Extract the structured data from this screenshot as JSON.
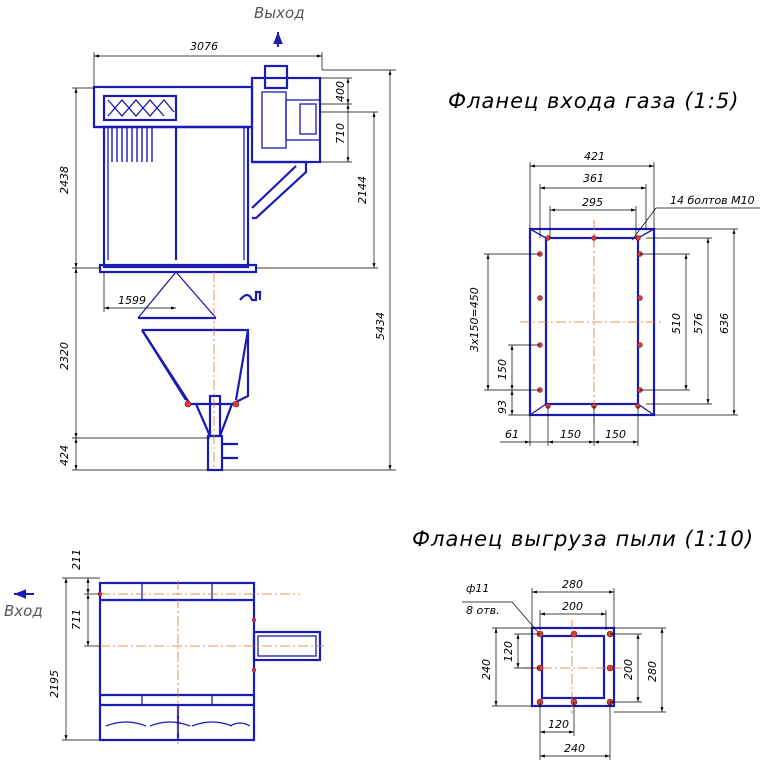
{
  "labels": {
    "outlet": "Выход",
    "inlet": "Вход",
    "gas_flange_title": "Фланец входа газа (1:5)",
    "dust_flange_title": "Фланец выгруза пыли (1:10)",
    "bolts_note": "14 болтов М10",
    "holes_dia": "ф11",
    "holes_count": "8 отв."
  },
  "main_view": {
    "width": "3076",
    "h_2438": "2438",
    "h_400": "400",
    "h_710": "710",
    "h_2144": "2144",
    "h_5434": "5434",
    "w_1599": "1599",
    "h_2320": "2320",
    "h_424": "424"
  },
  "gas_flange": {
    "w_421": "421",
    "w_361": "361",
    "w_295": "295",
    "pitch": "3x150=450",
    "h_150": "150",
    "h_93": "93",
    "b_61": "61",
    "b_150a": "150",
    "b_150b": "150",
    "h_510": "510",
    "h_576": "576",
    "h_636": "636"
  },
  "plan_view": {
    "h_211": "211",
    "h_711": "711",
    "h_2195": "2195"
  },
  "dust_flange": {
    "w_280": "280",
    "w_200": "200",
    "h_120": "120",
    "h_240": "240",
    "h_200": "200",
    "h_280": "280",
    "b_120": "120",
    "b_240": "240"
  }
}
